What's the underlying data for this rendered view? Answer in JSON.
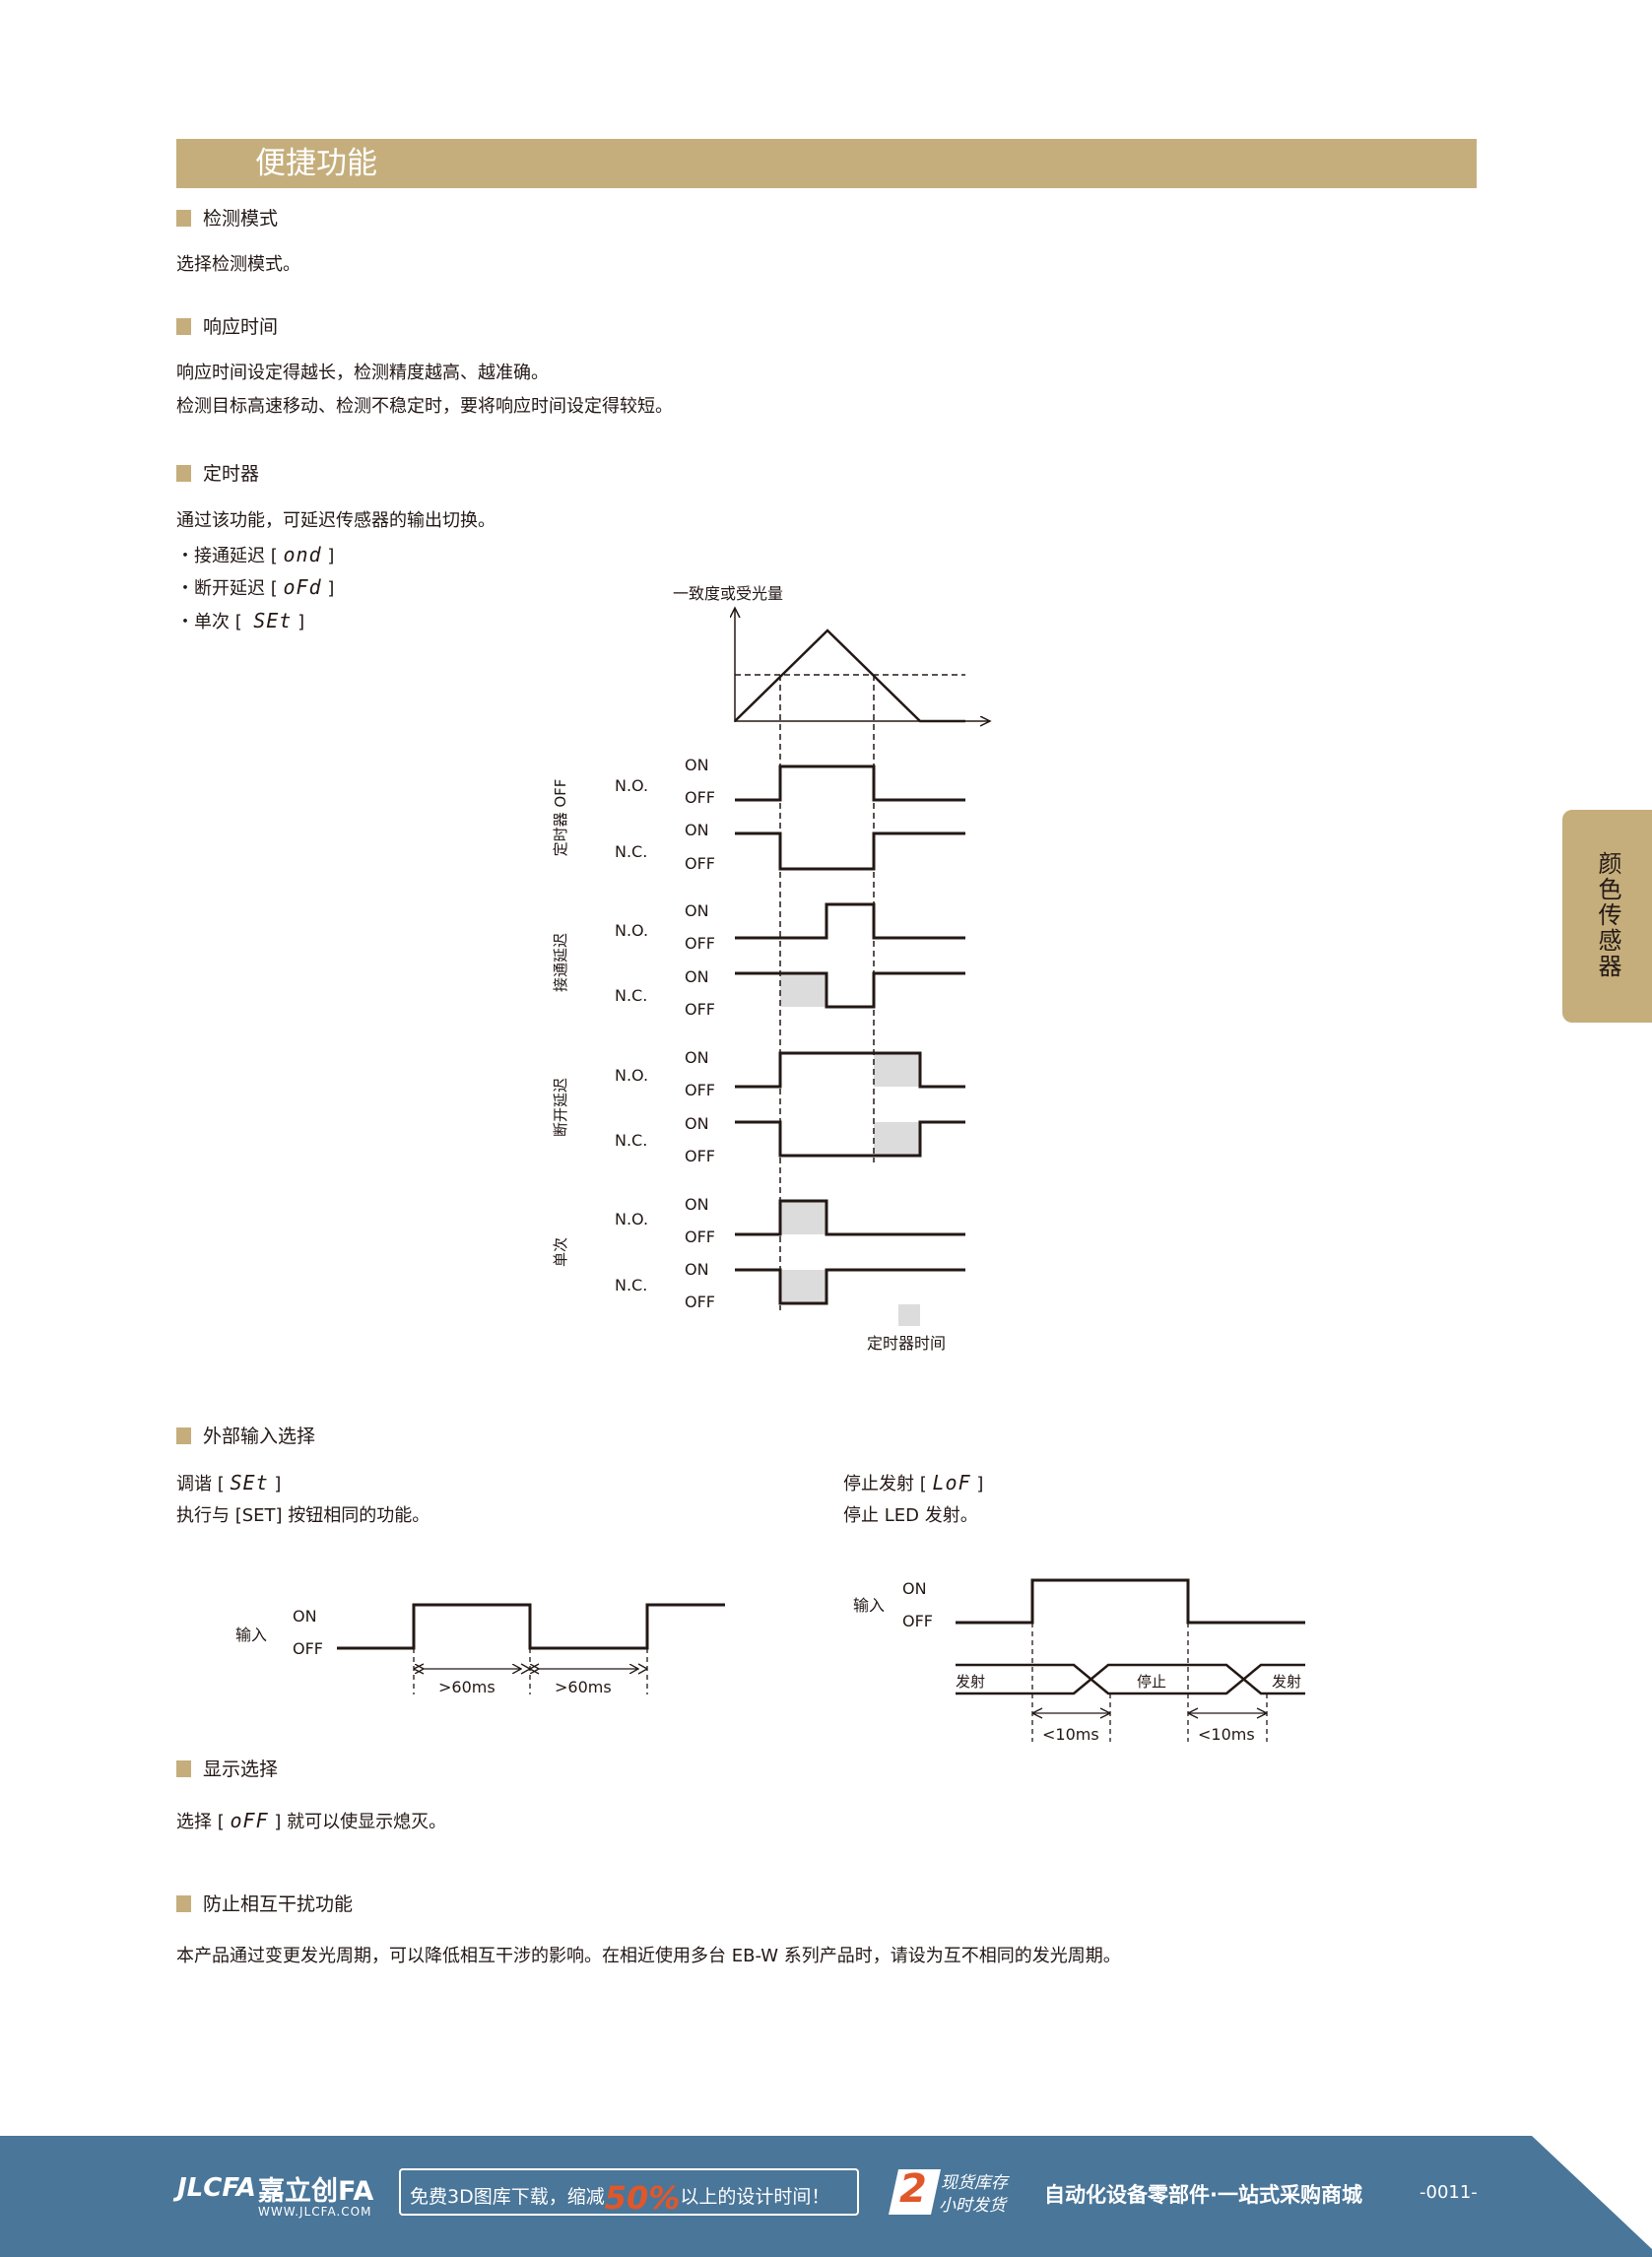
{
  "header": {
    "title": "便捷功能"
  },
  "side_tab": {
    "label": "颜色传感器"
  },
  "detect_mode": {
    "heading": "检测模式",
    "text": "选择检测模式。"
  },
  "response": {
    "heading": "响应时间",
    "line1": "响应时间设定得越长，检测精度越高、越准确。",
    "line2": "检测目标高速移动、检测不稳定时，要将响应时间设定得较短。"
  },
  "timer": {
    "heading": "定时器",
    "intro": "通过该功能，可延迟传感器的输出切换。",
    "items": [
      {
        "prefix": "・接通延迟 [",
        "code": "ond",
        "suffix": "]"
      },
      {
        "prefix": "・断开延迟 [",
        "code": "oFd",
        "suffix": "]"
      },
      {
        "prefix": "・单次 [",
        "code": "SEt",
        "suffix": "]"
      }
    ]
  },
  "timing_chart": {
    "y_label": "一致度或受光量",
    "groups": [
      "定时器 OFF",
      "接通延迟",
      "断开延迟",
      "单次"
    ],
    "no_label": "N.O.",
    "nc_label": "N.C.",
    "on": "ON",
    "off": "OFF",
    "legend": "定时器时间",
    "legend_color": "#dcdcdc"
  },
  "ext_input": {
    "heading": "外部输入选择",
    "left": {
      "prefix": "调谐 [",
      "code": "SEt",
      "suffix": "]",
      "desc": "执行与 [SET] 按钮相同的功能。",
      "input_label": "输入",
      "on": "ON",
      "off": "OFF",
      "interval1": ">60ms",
      "interval2": ">60ms"
    },
    "right": {
      "prefix": "停止发射 [",
      "code": "LoF",
      "suffix": "]",
      "desc": "停止 LED 发射。",
      "input_label": "输入",
      "on": "ON",
      "off": "OFF",
      "emit": "发射",
      "stop": "停止",
      "emit2": "发射",
      "interval1": "<10ms",
      "interval2": "<10ms"
    }
  },
  "display": {
    "heading": "显示选择",
    "prefix": "选择 [",
    "code": "oFF",
    "suffix": "] 就可以使显示熄灭。"
  },
  "interference": {
    "heading": "防止相互干扰功能",
    "text": "本产品通过变更发光周期，可以降低相互干涉的影响。在相近使用多台 EB-W 系列产品时，请设为互不相同的发光周期。"
  },
  "footer": {
    "logo": "JLCFA",
    "brand": "嘉立创FA",
    "url": "WWW.JLCFA.COM",
    "promo_before": "免费3D图库下载，缩减",
    "promo_percent": "50%",
    "promo_after": "以上的设计时间！",
    "stock_number": "2",
    "stock_line1": "现货库存",
    "stock_line2": "小时发货",
    "slogan": "自动化设备零部件·一站式采购商城",
    "page": "-0011-",
    "bg_color": "#4a7699"
  }
}
